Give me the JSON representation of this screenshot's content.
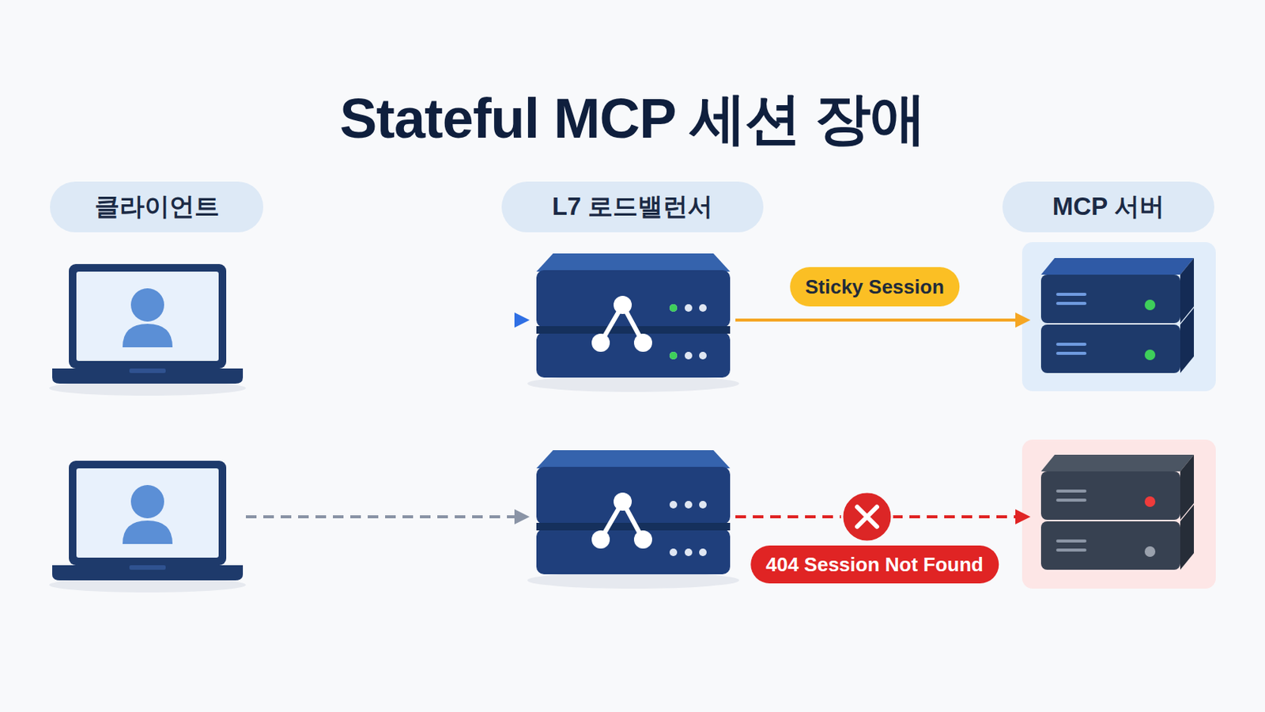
{
  "diagram": {
    "title": "Stateful MCP 세션 장애",
    "nodes": [
      {
        "text": [
          "클라이언트"
        ]
      },
      {
        "text": [
          "L7 로드밸런서"
        ]
      },
      {
        "text": [
          "MCP 서버"
        ]
      }
    ],
    "labels": [
      "Sticky Session",
      "404 Session Not Found"
    ]
  }
}
